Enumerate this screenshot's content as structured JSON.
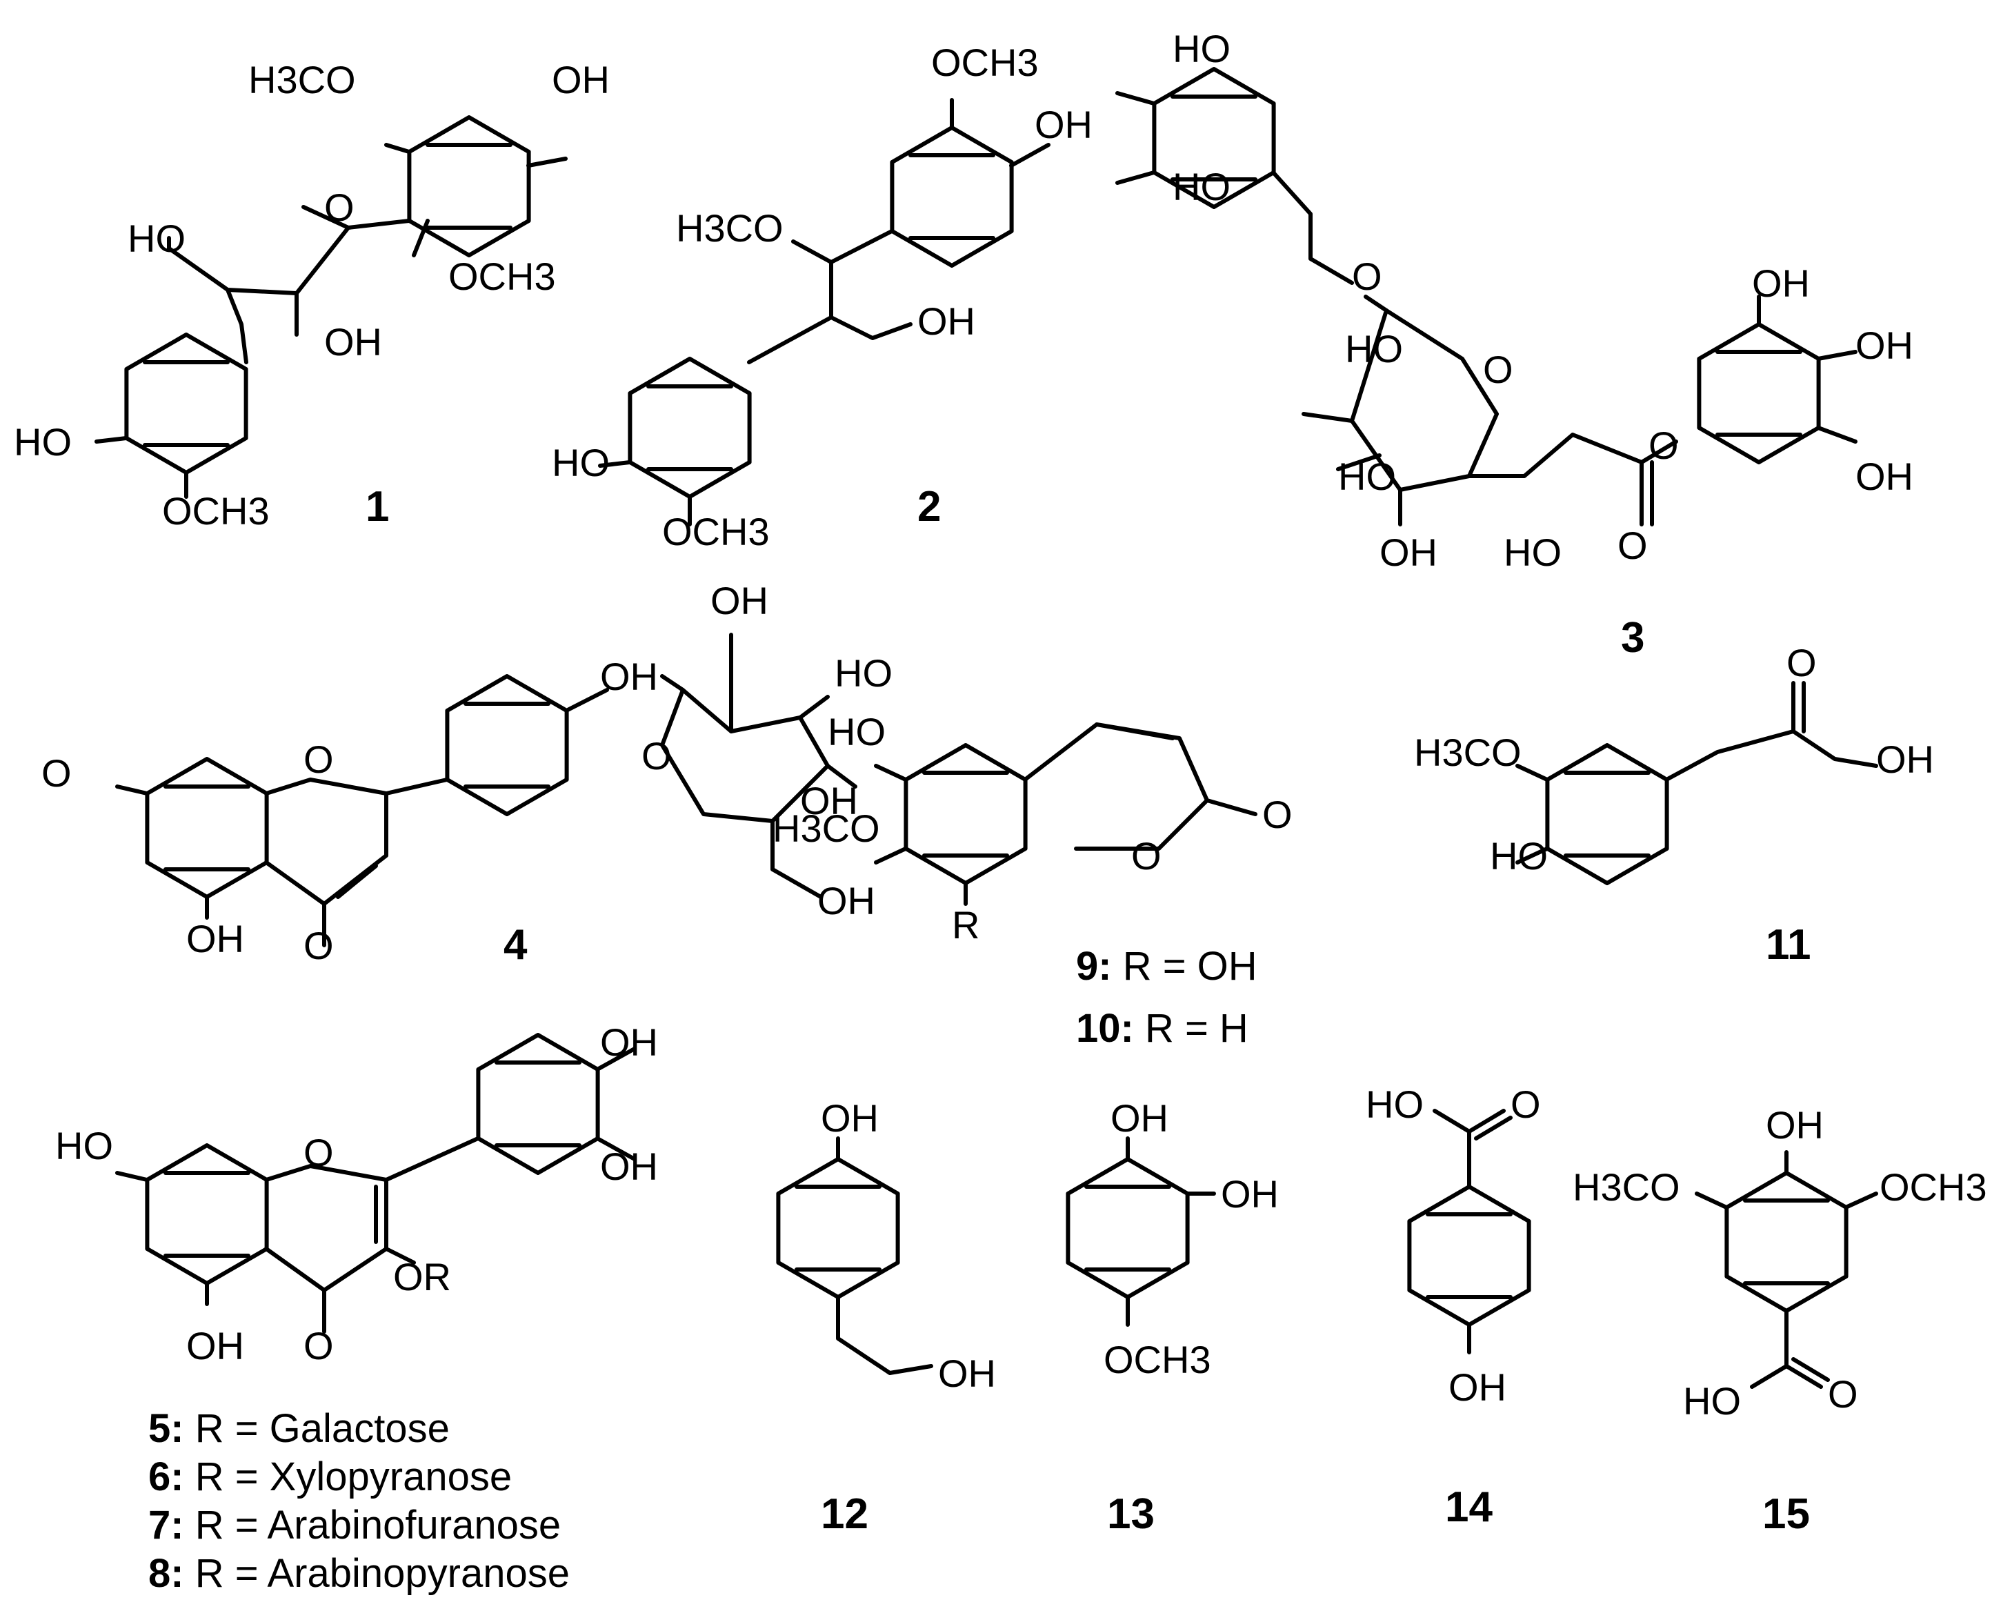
{
  "compounds": [
    {
      "number": "1",
      "substituents": [
        "H3CO",
        "OH",
        "HO",
        "O",
        "OCH3",
        "OH",
        "HO",
        "OCH3"
      ]
    },
    {
      "number": "2",
      "substituents": [
        "OCH3",
        "OH",
        "H3CO",
        "OH",
        "HO",
        "OCH3"
      ]
    },
    {
      "number": "3",
      "substituents": [
        "HO",
        "HO",
        "O",
        "OH",
        "HO",
        "O",
        "OH",
        "HO",
        "O",
        "OH",
        "HO",
        "OH",
        "O"
      ]
    },
    {
      "number": "4",
      "substituents": [
        "OH",
        "O",
        "OH",
        "HO",
        "O",
        "O",
        "OH",
        "OH",
        "O",
        "OH"
      ]
    },
    {
      "number": "5",
      "substituents": [
        "OH",
        "HO",
        "O",
        "OH",
        "OR",
        "OH",
        "O"
      ]
    },
    {
      "number": "9",
      "substituents": [
        "HO",
        "H3CO",
        "O",
        "O",
        "R"
      ]
    },
    {
      "number": "11",
      "substituents": [
        "O",
        "H3CO",
        "OH",
        "HO"
      ]
    },
    {
      "number": "12",
      "substituents": [
        "OH",
        "OH"
      ]
    },
    {
      "number": "13",
      "substituents": [
        "OH",
        "OH",
        "OCH3"
      ]
    },
    {
      "number": "14",
      "substituents": [
        "HO",
        "O",
        "OH"
      ]
    },
    {
      "number": "15",
      "substituents": [
        "OH",
        "H3CO",
        "OCH3",
        "HO",
        "O"
      ]
    }
  ],
  "captions": [
    {
      "num": "9:",
      "text": " R = OH"
    },
    {
      "num": "10:",
      "text": " R = H"
    },
    {
      "num": "5:",
      "text": " R = Galactose"
    },
    {
      "num": "6:",
      "text": " R = Xylopyranose"
    },
    {
      "num": "7:",
      "text": " R = Arabinofuranose"
    },
    {
      "num": "8:",
      "text": " R = Arabinopyranose"
    }
  ]
}
